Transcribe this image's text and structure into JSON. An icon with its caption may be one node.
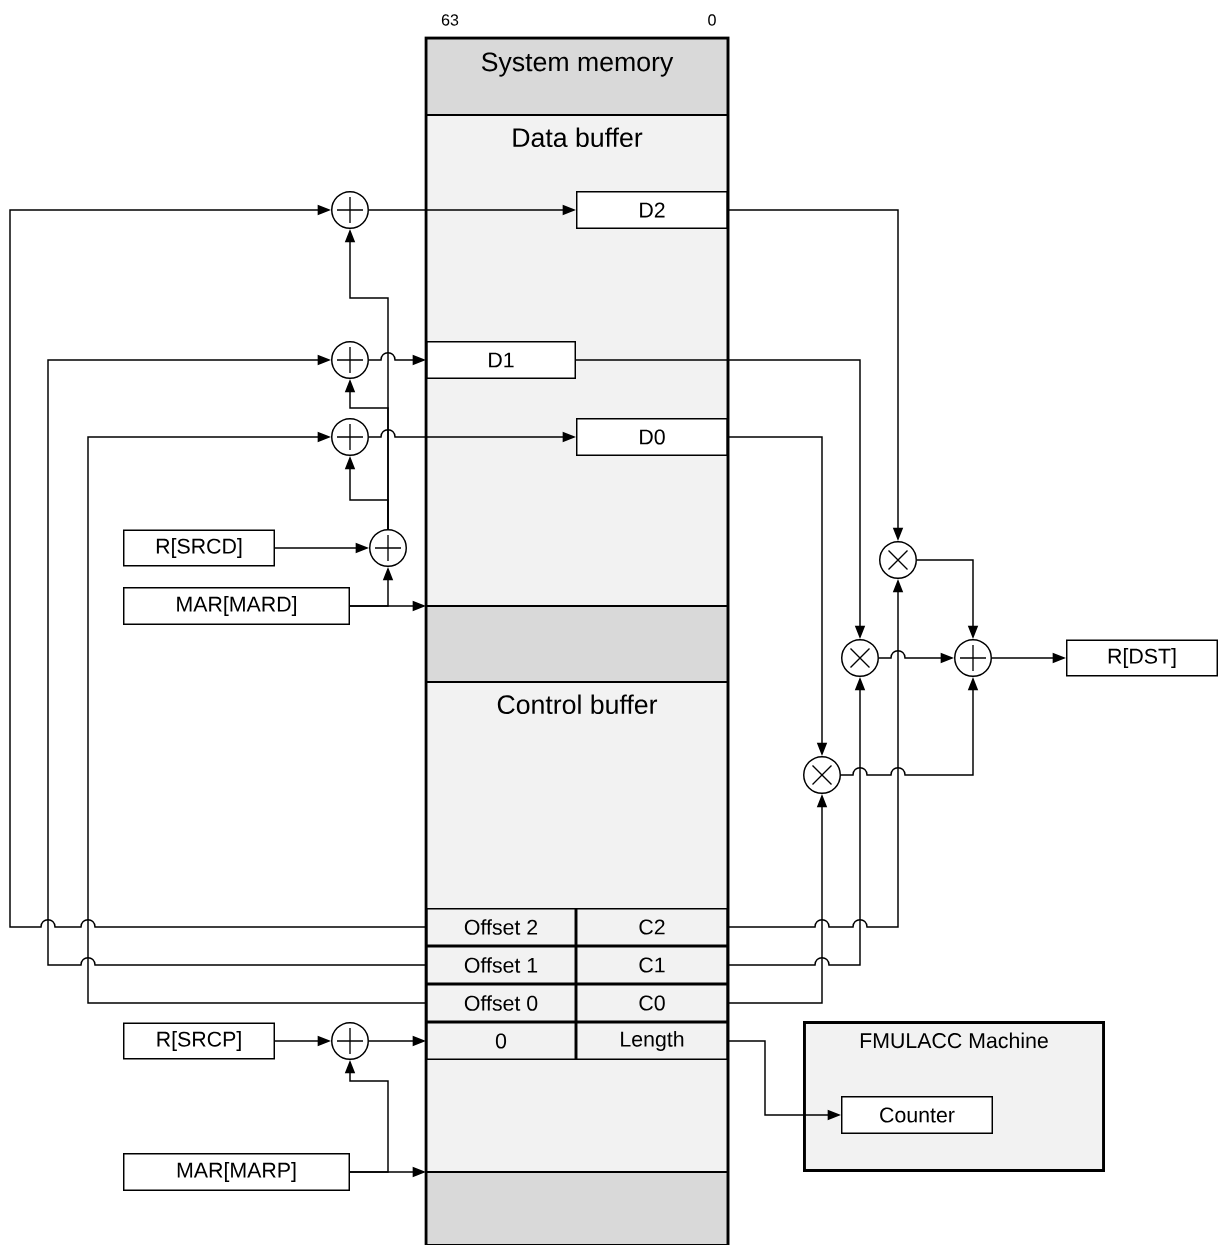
{
  "diagram": {
    "nodes": [
      {
        "text": [
          "System memory"
        ],
        "beside": [
          "63",
          "0"
        ]
      },
      {
        "text": [
          "Data buffer"
        ]
      },
      {
        "text": [
          "D2"
        ],
        "in": 1
      },
      {
        "text": [
          "D1"
        ],
        "in": 1
      },
      {
        "text": [
          "D0"
        ],
        "in": 1
      },
      {
        "text": [
          "Control buffer"
        ]
      },
      {
        "text": [
          "Offset 2"
        ],
        "in": 5
      },
      {
        "text": [
          "C2"
        ],
        "in": 5
      },
      {
        "text": [
          "Offset 1"
        ],
        "in": 5
      },
      {
        "text": [
          "C1"
        ],
        "in": 5
      },
      {
        "text": [
          "Offset 0"
        ],
        "in": 5
      },
      {
        "text": [
          "C0"
        ],
        "in": 5
      },
      {
        "text": [
          "0"
        ],
        "in": 5
      },
      {
        "text": [
          "Length"
        ],
        "in": 5
      },
      {
        "text": [],
        "shape": "circle"
      },
      {
        "text": [],
        "shape": "circle"
      },
      {
        "text": [],
        "shape": "circle"
      },
      {
        "text": [
          "R[SRCD]"
        ]
      },
      {
        "text": [],
        "shape": "circle"
      },
      {
        "text": [
          "MAR[MARD]"
        ]
      },
      {
        "text": [],
        "shape": "circle"
      },
      {
        "text": [],
        "shape": "circle"
      },
      {
        "text": [],
        "shape": "circle"
      },
      {
        "text": [],
        "shape": "circle"
      },
      {
        "text": [
          "R[DST]"
        ]
      },
      {
        "text": [
          "R[SRCP]"
        ]
      },
      {
        "text": [],
        "shape": "circle"
      },
      {
        "text": [
          "MAR[MARP]"
        ]
      },
      {
        "text": [
          "FMULACC Machine"
        ]
      },
      {
        "text": [
          "Counter"
        ],
        "in": 28
      },
      {
        "text": [],
        "shape": "box"
      },
      {
        "text": [],
        "shape": "box"
      }
    ],
    "edges": [
      {
        "from": 6,
        "to": 14,
        "arrow": "to"
      },
      {
        "from": 8,
        "to": 15,
        "arrow": "to"
      },
      {
        "from": 10,
        "to": 16,
        "arrow": "to"
      },
      {
        "from": 18,
        "to": 14,
        "arrow": "to"
      },
      {
        "from": 18,
        "to": 15,
        "arrow": "to"
      },
      {
        "from": 18,
        "to": 16,
        "arrow": "to"
      },
      {
        "from": 14,
        "to": 2,
        "arrow": "to"
      },
      {
        "from": 15,
        "to": 3,
        "arrow": "to"
      },
      {
        "from": 16,
        "to": 4,
        "arrow": "to"
      },
      {
        "from": 17,
        "to": 18,
        "arrow": "to"
      },
      {
        "from": 19,
        "to": 18,
        "arrow": "to"
      },
      {
        "from": 19,
        "to": 1,
        "arrow": "to"
      },
      {
        "from": 2,
        "to": 20,
        "arrow": "to"
      },
      {
        "from": 7,
        "to": 20,
        "arrow": "to"
      },
      {
        "from": 3,
        "to": 21,
        "arrow": "to"
      },
      {
        "from": 9,
        "to": 21,
        "arrow": "to"
      },
      {
        "from": 4,
        "to": 22,
        "arrow": "to"
      },
      {
        "from": 11,
        "to": 22,
        "arrow": "to"
      },
      {
        "from": 20,
        "to": 23,
        "arrow": "to"
      },
      {
        "from": 21,
        "to": 23,
        "arrow": "to"
      },
      {
        "from": 22,
        "to": 23,
        "arrow": "to"
      },
      {
        "from": 23,
        "to": 24,
        "arrow": "to"
      },
      {
        "from": 25,
        "to": 26,
        "arrow": "to"
      },
      {
        "from": 27,
        "to": 26,
        "arrow": "to"
      },
      {
        "from": 27,
        "to": 5,
        "arrow": "to"
      },
      {
        "from": 26,
        "to": 12,
        "arrow": "to"
      },
      {
        "from": 13,
        "to": 29,
        "arrow": "to"
      }
    ]
  }
}
